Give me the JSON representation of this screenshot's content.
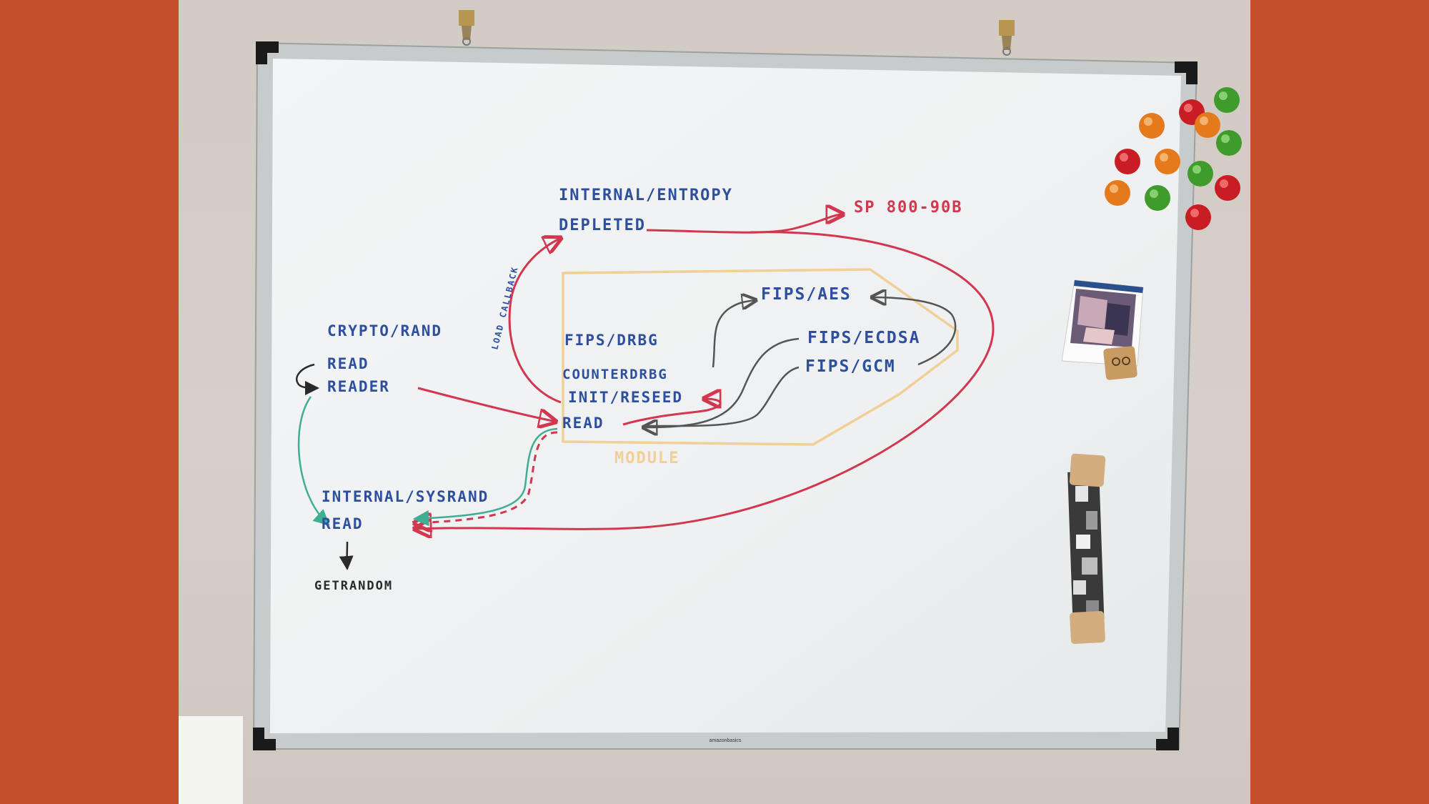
{
  "brand": "amazonbasics",
  "labels": {
    "internal_entropy": "INTERNAL/ENTROPY",
    "depleted": "DEPLETED",
    "sp800": "SP 800-90B",
    "load_callback": "LOAD CALLBACK",
    "crypto_rand": "CRYPTO/RAND",
    "read_top": "READ",
    "reader": "READER",
    "fips_drbg": "FIPS/DRBG",
    "counterdrbg": "COUNTERDRBG",
    "init_reseed": "INIT/RESEED",
    "read_module": "READ",
    "fips_aes": "FIPS/AES",
    "fips_ecdsa": "FIPS/ECDSA",
    "fips_gcm": "FIPS/GCM",
    "module": "MODULE",
    "internal_sysrand": "INTERNAL/SYSRAND",
    "read_sys": "READ",
    "getrandom": "GETRANDOM"
  },
  "colors": {
    "background": "#c54f2c",
    "marker_blue": "#2d4f9e",
    "marker_red": "#d2374f",
    "marker_green": "#3fae93",
    "marker_yellow": "#f2cf96",
    "marker_black": "#2a2a2a"
  }
}
